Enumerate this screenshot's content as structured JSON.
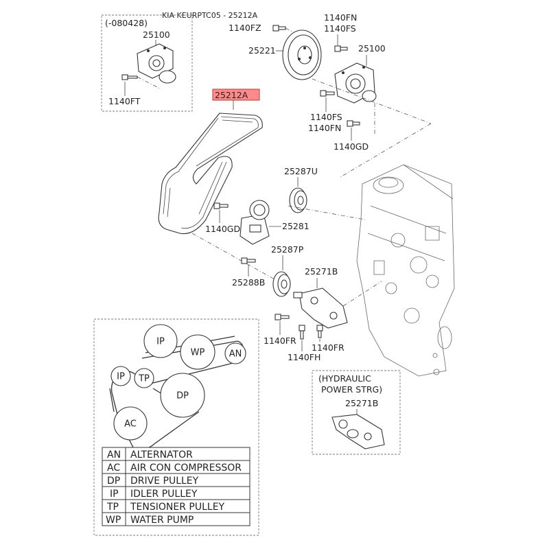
{
  "header": {
    "title": "KIA KEURPTC05 - 25212A"
  },
  "inset_top": {
    "variant": "(-080428)",
    "part": "25100",
    "bolt": "1140FT"
  },
  "callouts": {
    "bolt_fz": "1140FZ",
    "bolt_fn_top": "1140FN",
    "bolt_fs_top": "1140FS",
    "pulley_25221": "25221",
    "pump_25100": "25100",
    "belt_25212a": "25212A",
    "bolt_fs_mid": "1140FS",
    "bolt_fn_mid": "1140FN",
    "bolt_gd_top": "1140GD",
    "idler_25287u": "25287U",
    "bolt_gd_mid": "1140GD",
    "tensioner_25281": "25281",
    "idler_25287p": "25287P",
    "bracket_25271b": "25271B",
    "bolt_25288b": "25288B",
    "bolt_fr_left": "1140FR",
    "bolt_fr_right": "1140FR",
    "bolt_fh": "1140FH"
  },
  "highlight_color": "#ff8a8a",
  "inset_hydraulic": {
    "title_line1": "(HYDRAULIC",
    "title_line2": "POWER STRG)",
    "part": "25271B"
  },
  "belt_routing": {
    "pulleys": [
      "IP",
      "WP",
      "AN",
      "IP",
      "TP",
      "DP",
      "AC"
    ]
  },
  "legend": [
    {
      "code": "AN",
      "name": "ALTERNATOR"
    },
    {
      "code": "AC",
      "name": "AIR CON COMPRESSOR"
    },
    {
      "code": "DP",
      "name": "DRIVE PULLEY"
    },
    {
      "code": "IP",
      "name": "IDLER PULLEY"
    },
    {
      "code": "TP",
      "name": "TENSIONER PULLEY"
    },
    {
      "code": "WP",
      "name": "WATER PUMP"
    }
  ]
}
